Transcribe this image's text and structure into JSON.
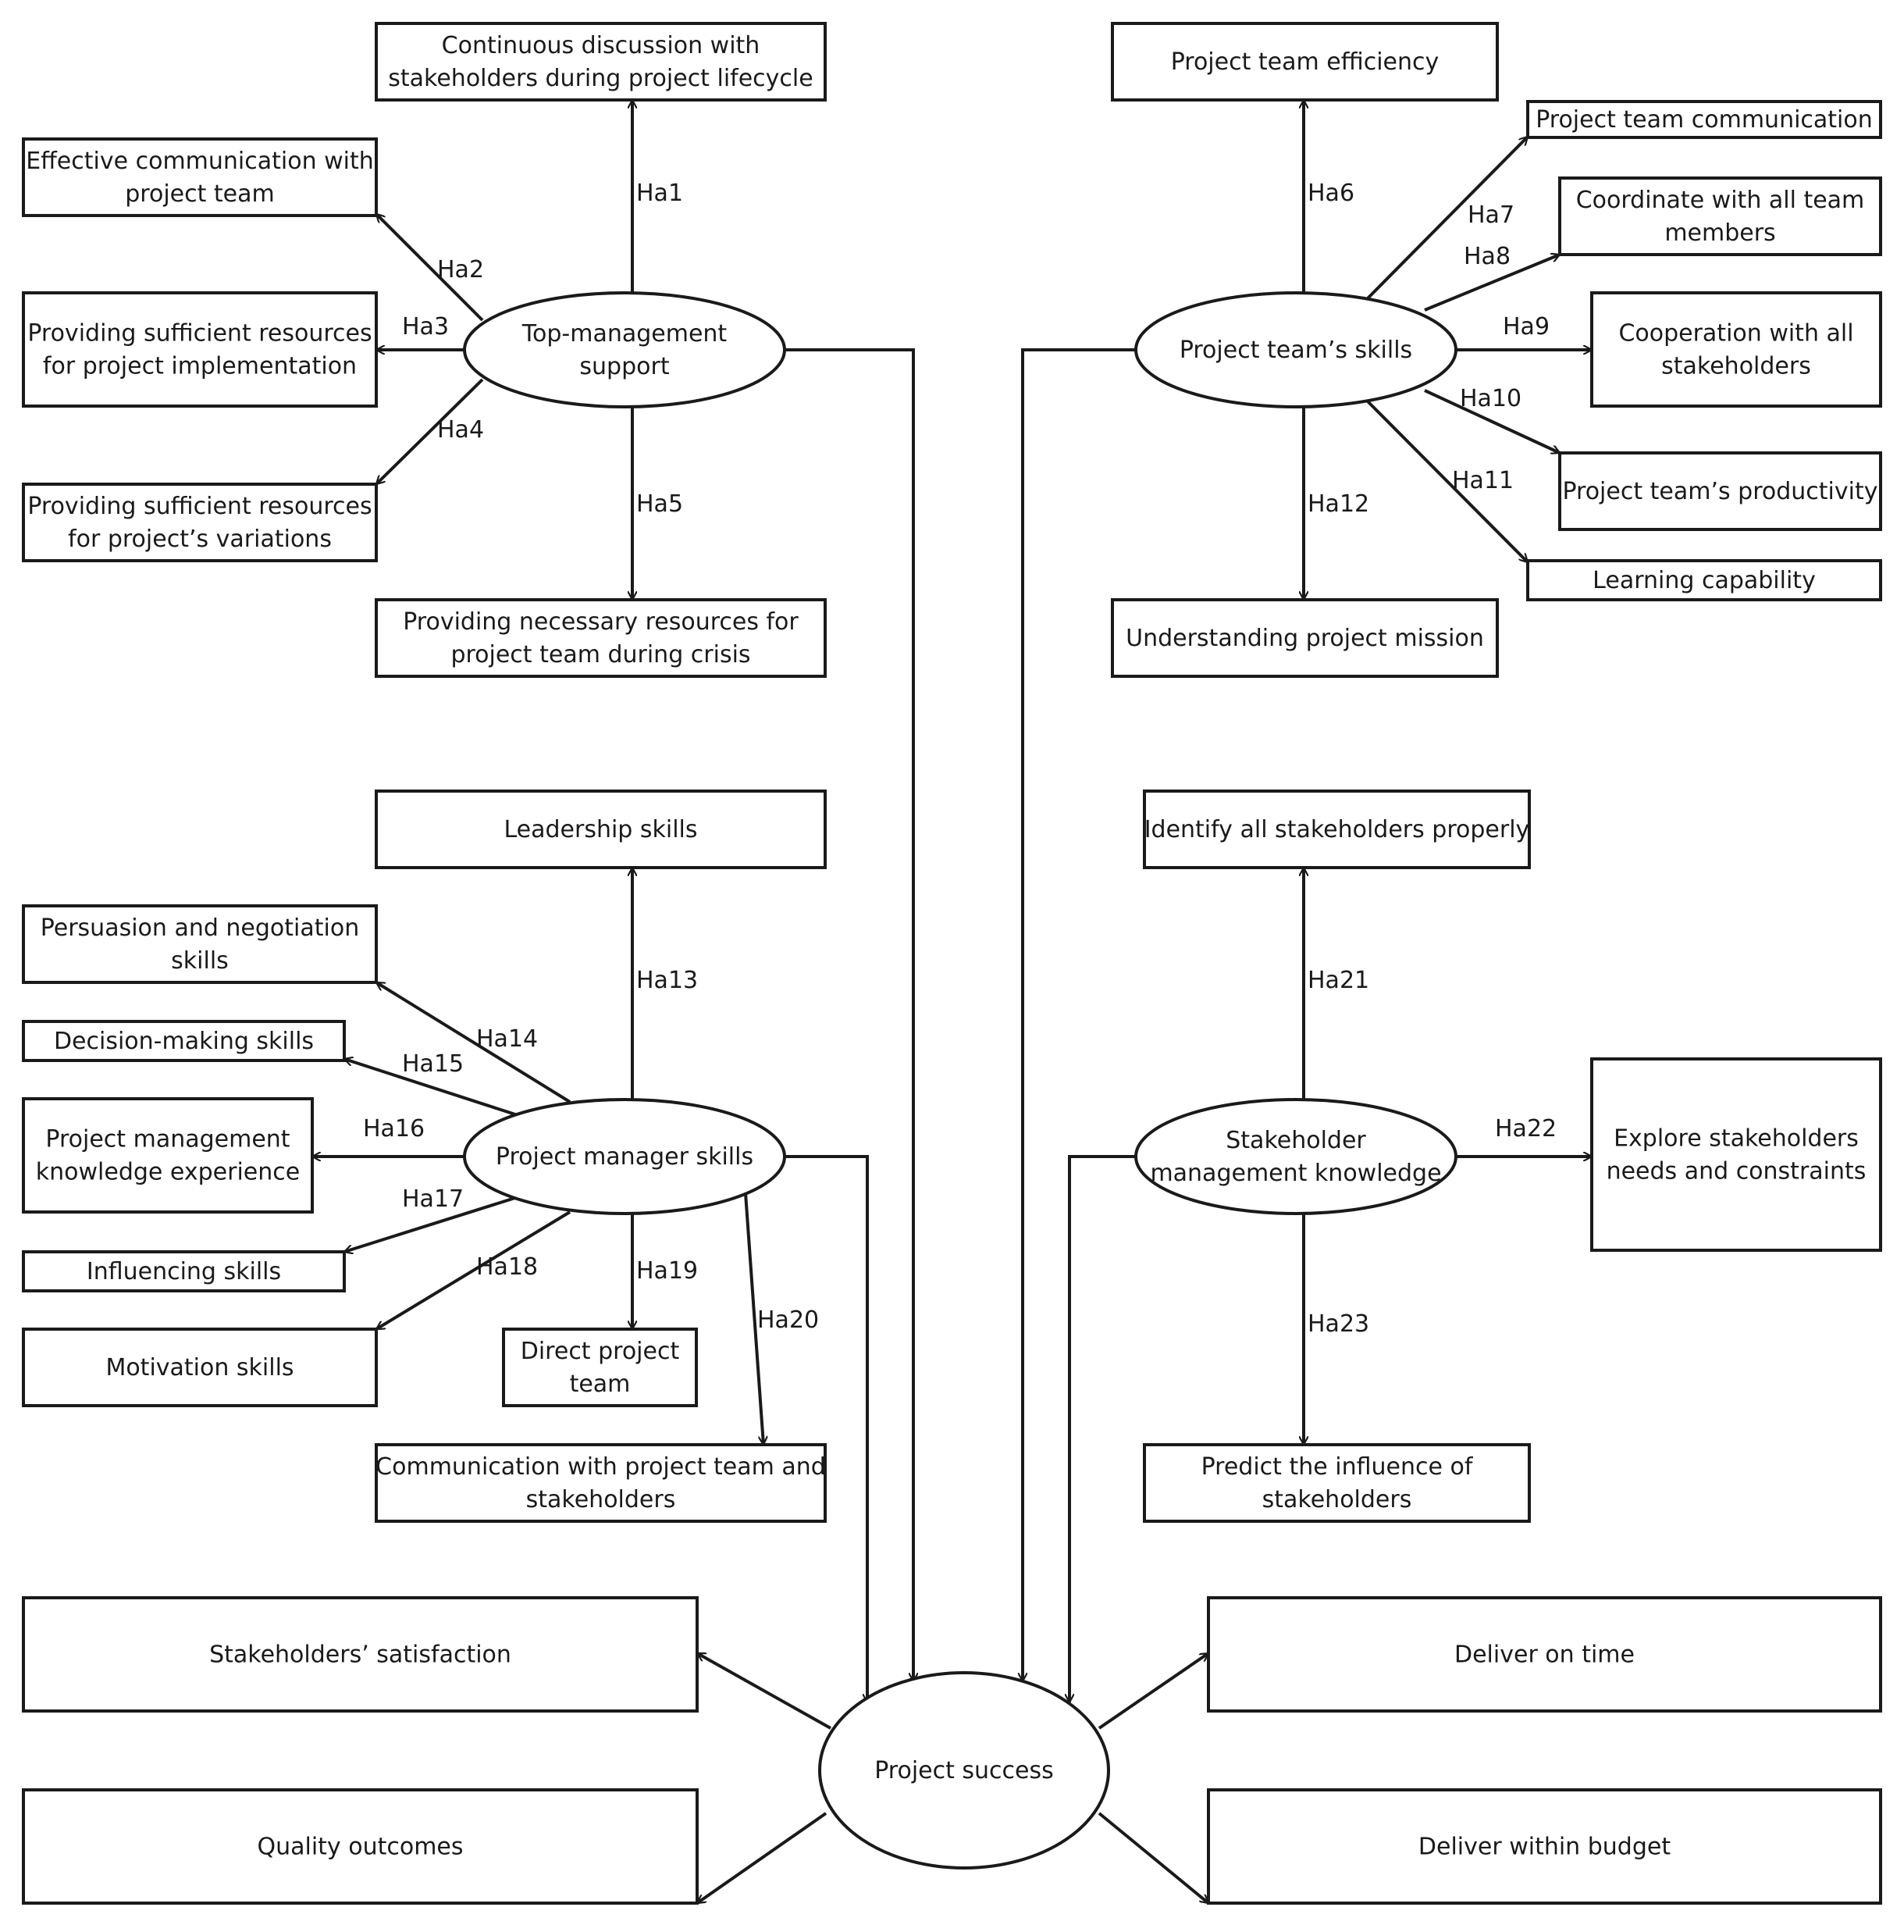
{
  "nodes": {
    "tms": {
      "label": [
        "Top-management",
        "support"
      ],
      "shape": "ellipse"
    },
    "ptsk": {
      "label": [
        "Project team’s skills"
      ],
      "shape": "ellipse"
    },
    "pms": {
      "label": [
        "Project manager skills"
      ],
      "shape": "ellipse"
    },
    "smk": {
      "label": [
        "Stakeholder",
        "management knowledge"
      ],
      "shape": "ellipse"
    },
    "ps": {
      "label": [
        "Project success"
      ],
      "shape": "ellipse"
    },
    "cd": {
      "label": [
        "Continuous discussion with",
        "stakeholders during project lifecycle"
      ],
      "shape": "rect"
    },
    "ec": {
      "label": [
        "Effective communication with",
        "project team"
      ],
      "shape": "rect"
    },
    "psri": {
      "label": [
        "Providing sufficient resources",
        "for project implementation"
      ],
      "shape": "rect"
    },
    "psrv": {
      "label": [
        "Providing sufficient resources",
        "for project’s variations"
      ],
      "shape": "rect"
    },
    "pnr": {
      "label": [
        "Providing necessary resources for",
        "project team during crisis"
      ],
      "shape": "rect"
    },
    "pte": {
      "label": [
        "Project team efficiency"
      ],
      "shape": "rect"
    },
    "ptc": {
      "label": [
        "Project team communication"
      ],
      "shape": "rect"
    },
    "catm": {
      "label": [
        "Coordinate with all team",
        "members"
      ],
      "shape": "rect"
    },
    "cas": {
      "label": [
        "Cooperation with all",
        "stakeholders"
      ],
      "shape": "rect"
    },
    "ptp": {
      "label": [
        "Project team’s productivity"
      ],
      "shape": "rect"
    },
    "lc": {
      "label": [
        "Learning capability"
      ],
      "shape": "rect"
    },
    "upm": {
      "label": [
        "Understanding project mission"
      ],
      "shape": "rect"
    },
    "ls": {
      "label": [
        "Leadership skills"
      ],
      "shape": "rect"
    },
    "pns": {
      "label": [
        "Persuasion and negotiation",
        "skills"
      ],
      "shape": "rect"
    },
    "dms": {
      "label": [
        "Decision-making skills"
      ],
      "shape": "rect"
    },
    "pmke": {
      "label": [
        "Project management",
        "knowledge experience"
      ],
      "shape": "rect"
    },
    "inf": {
      "label": [
        "Influencing skills"
      ],
      "shape": "rect"
    },
    "mot": {
      "label": [
        "Motivation skills"
      ],
      "shape": "rect"
    },
    "dpt": {
      "label": [
        "Direct project",
        "team"
      ],
      "shape": "rect"
    },
    "cpts": {
      "label": [
        "Communication with project team and",
        "stakeholders"
      ],
      "shape": "rect"
    },
    "iasp": {
      "label": [
        "Identify all stakeholders properly"
      ],
      "shape": "rect"
    },
    "esnc": {
      "label": [
        "Explore stakeholders",
        "needs and constraints"
      ],
      "shape": "rect"
    },
    "pis": {
      "label": [
        "Predict the influence of",
        "stakeholders"
      ],
      "shape": "rect"
    },
    "ss": {
      "label": [
        "Stakeholders’ satisfaction"
      ],
      "shape": "rect"
    },
    "qo": {
      "label": [
        "Quality outcomes"
      ],
      "shape": "rect"
    },
    "dot": {
      "label": [
        "Deliver on time"
      ],
      "shape": "rect"
    },
    "dwb": {
      "label": [
        "Deliver within budget"
      ],
      "shape": "rect"
    }
  },
  "edges": [
    {
      "from": "tms",
      "to": "cd",
      "label": "Ha1"
    },
    {
      "from": "tms",
      "to": "ec",
      "label": "Ha2"
    },
    {
      "from": "tms",
      "to": "psri",
      "label": "Ha3"
    },
    {
      "from": "tms",
      "to": "psrv",
      "label": "Ha4"
    },
    {
      "from": "tms",
      "to": "pnr",
      "label": "Ha5"
    },
    {
      "from": "ptsk",
      "to": "pte",
      "label": "Ha6"
    },
    {
      "from": "ptsk",
      "to": "ptc",
      "label": "Ha7"
    },
    {
      "from": "ptsk",
      "to": "catm",
      "label": "Ha8"
    },
    {
      "from": "ptsk",
      "to": "cas",
      "label": "Ha9"
    },
    {
      "from": "ptsk",
      "to": "ptp",
      "label": "Ha10"
    },
    {
      "from": "ptsk",
      "to": "lc",
      "label": "Ha11"
    },
    {
      "from": "ptsk",
      "to": "upm",
      "label": "Ha12"
    },
    {
      "from": "pms",
      "to": "ls",
      "label": "Ha13"
    },
    {
      "from": "pms",
      "to": "pns",
      "label": "Ha14"
    },
    {
      "from": "pms",
      "to": "dms",
      "label": "Ha15"
    },
    {
      "from": "pms",
      "to": "pmke",
      "label": "Ha16"
    },
    {
      "from": "pms",
      "to": "inf",
      "label": "Ha17"
    },
    {
      "from": "pms",
      "to": "mot",
      "label": "Ha18"
    },
    {
      "from": "pms",
      "to": "dpt",
      "label": "Ha19"
    },
    {
      "from": "pms",
      "to": "cpts",
      "label": "Ha20"
    },
    {
      "from": "smk",
      "to": "iasp",
      "label": "Ha21"
    },
    {
      "from": "smk",
      "to": "esnc",
      "label": "Ha22"
    },
    {
      "from": "smk",
      "to": "pis",
      "label": "Ha23"
    },
    {
      "from": "tms",
      "to": "ps",
      "label": ""
    },
    {
      "from": "ptsk",
      "to": "ps",
      "label": ""
    },
    {
      "from": "pms",
      "to": "ps",
      "label": ""
    },
    {
      "from": "smk",
      "to": "ps",
      "label": ""
    },
    {
      "from": "ps",
      "to": "ss",
      "label": ""
    },
    {
      "from": "ps",
      "to": "qo",
      "label": ""
    },
    {
      "from": "ps",
      "to": "dot",
      "label": ""
    },
    {
      "from": "ps",
      "to": "dwb",
      "label": ""
    }
  ]
}
